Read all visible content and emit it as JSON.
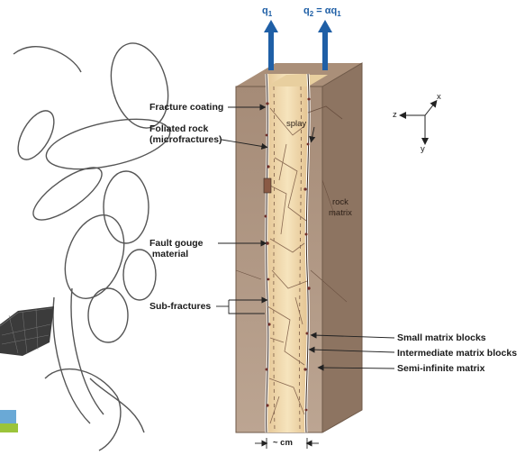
{
  "flows": {
    "q1": "q",
    "q1_sub": "1",
    "q2_prefix": "q",
    "q2_sub": "2",
    "q2_mid": " = αq",
    "q2_sub2": "1"
  },
  "labels_left": {
    "fracture_coating": "Fracture coating",
    "foliated_rock": "Foliated rock\n(microfractures)",
    "fault_gouge": "Fault gouge\n material",
    "sub_fractures": "Sub-fractures"
  },
  "labels_inside": {
    "splay": "splay",
    "rock_matrix": "rock\nmatrix"
  },
  "labels_right": {
    "small_blocks": "Small matrix blocks",
    "intermediate_blocks": "Intermediate matrix blocks",
    "semi_infinite": "Semi-infinite matrix"
  },
  "axes": {
    "x": "x",
    "y": "y",
    "z": "z"
  },
  "scale": "~ cm",
  "colors": {
    "block_front": "#b39a86",
    "block_side": "#8f7663",
    "block_top": "#a98f7a",
    "fracture_zone": "#f1d9ab",
    "arrow_blue": "#1f5fa6"
  }
}
